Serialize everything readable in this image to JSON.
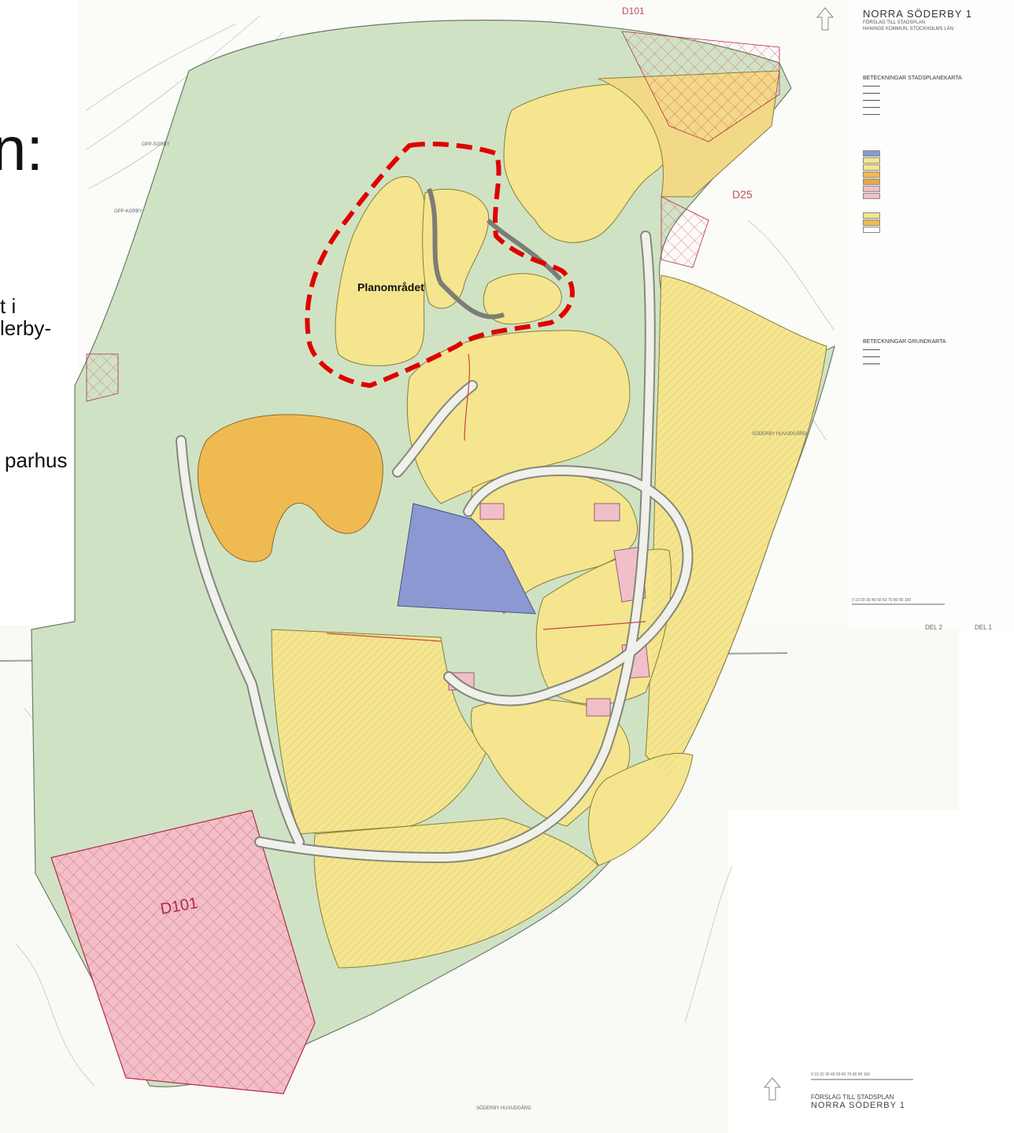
{
  "slide": {
    "heading": "n:",
    "lines": [
      "t i",
      "lerby-",
      "parhus"
    ]
  },
  "map": {
    "plan_area_label": "Planområdet",
    "codes": {
      "a": "D25",
      "b": "D101",
      "c": "D101"
    },
    "road_labels": {
      "south": "SÖDERBY HUVUDGÅRD",
      "east": "SÖDERBY HUVUDGÅRD"
    },
    "scale_top": "0 10 20 30 40 50 60 70 80 90 100",
    "scale_bottom": "0 10 20 30 40 50 60 70 80 90 100",
    "sheet_labels": {
      "del2": "DEL 2",
      "del1": "DEL 1"
    },
    "area_names": {
      "opp_sorby": "OPP-SORBY",
      "opp_korby": "OPP-KORBY"
    }
  },
  "legend": {
    "title": "NORRA SÖDERBY 1",
    "subtitle_lines": [
      "FÖRSLAG TILL STADSPLAN",
      "HANINGE KOMMUN, STOCKHOLMS LÄN"
    ],
    "section_plan": "BETECKNINGAR STADSPLANEKARTA",
    "section_base": "BETECKNINGAR GRUNDKARTA"
  },
  "bottom_title": {
    "line1": "FÖRSLAG TILL STADSPLAN",
    "line2": "NORRA SÖDERBY 1"
  },
  "colors": {
    "green": "#cfe3c4",
    "yellow": "#f4e58e",
    "orange": "#f0ba52",
    "blue": "#8c98d2",
    "pink": "#f1bfc8",
    "boundary": "#e00000"
  }
}
